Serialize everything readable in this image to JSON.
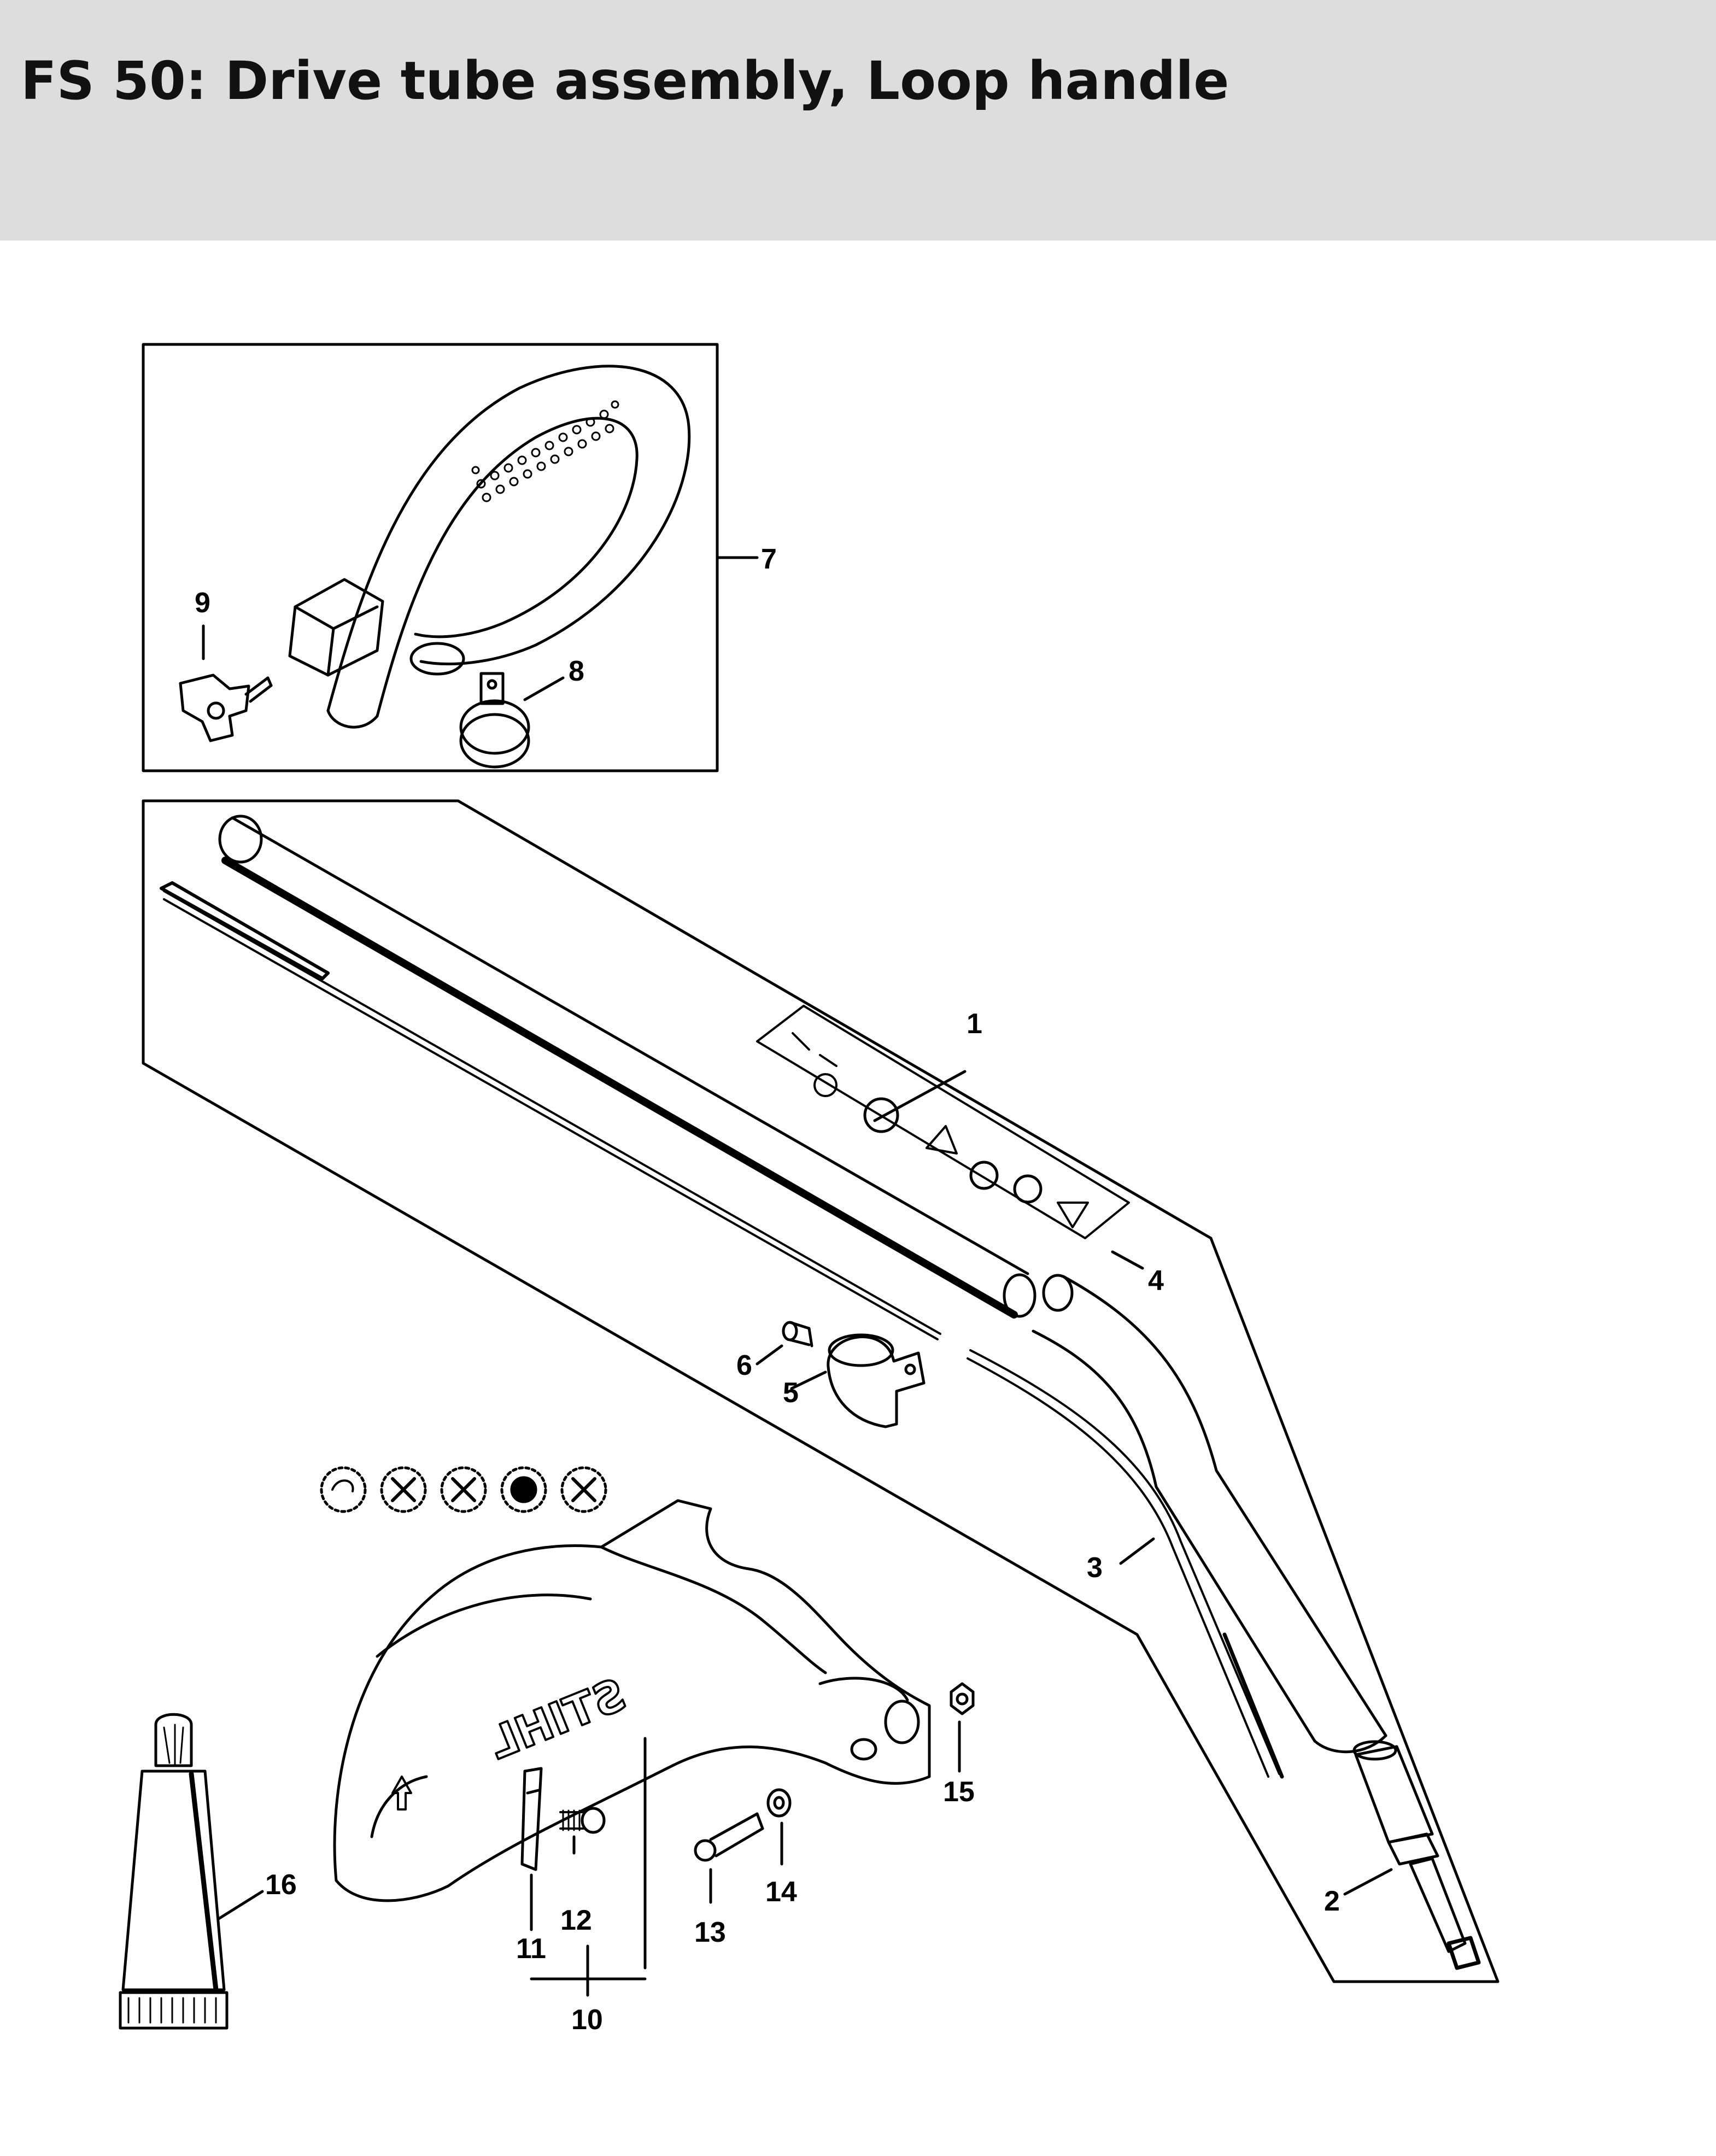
{
  "header": {
    "title": "FS 50: Drive tube assembly, Loop handle"
  },
  "colors": {
    "header_background": "#dcdddc",
    "line": "#000000"
  },
  "callouts": {
    "c1": "1",
    "c2": "2",
    "c3": "3",
    "c4": "4",
    "c5": "5",
    "c6": "6",
    "c7": "7",
    "c8": "8",
    "c9": "9",
    "c10": "10",
    "c11": "11",
    "c12": "12",
    "c13": "13",
    "c14": "14",
    "c15": "15",
    "c16": "16"
  },
  "guard_branding": "STIHL"
}
